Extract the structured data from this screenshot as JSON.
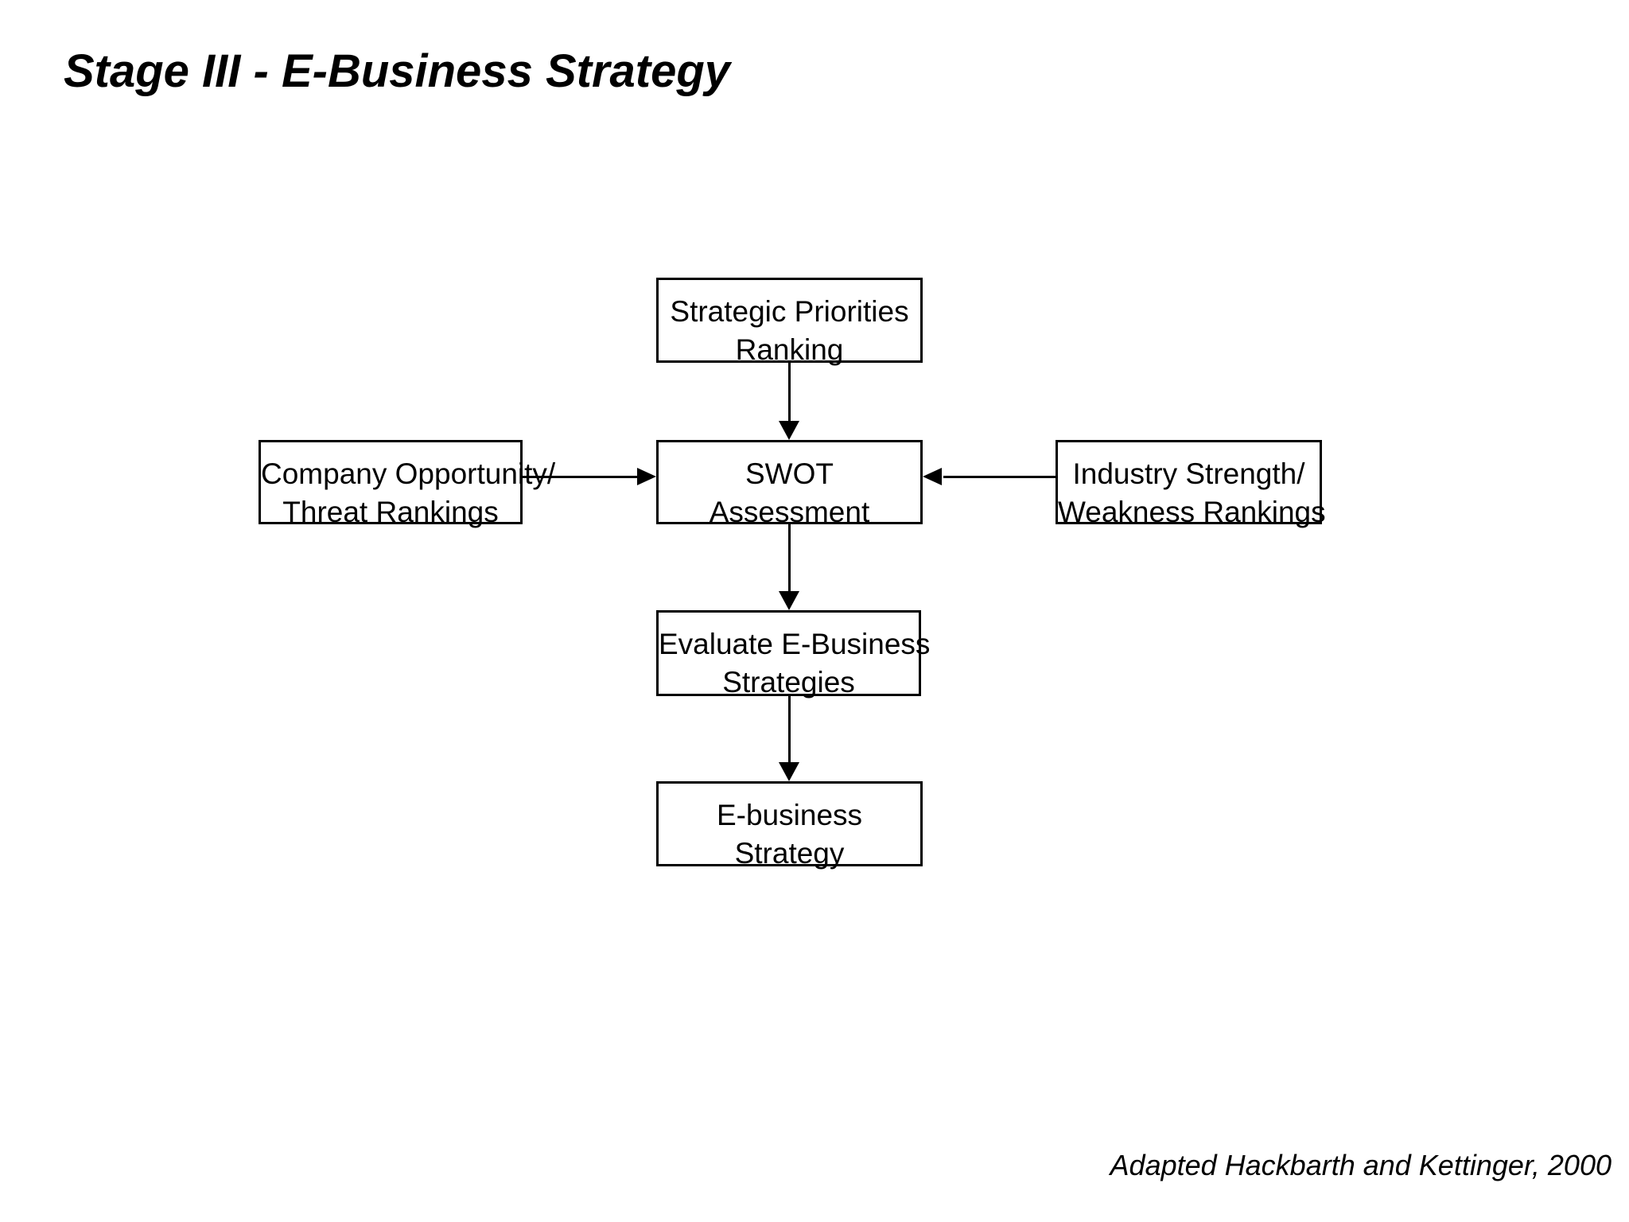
{
  "page": {
    "background_color": "#ffffff",
    "text_color": "#000000",
    "line_color": "#000000"
  },
  "title": "Stage III - E-Business Strategy",
  "attribution": "Adapted Hackbarth and Kettinger, 2000",
  "diagram": {
    "type": "flowchart",
    "boxes": [
      {
        "id": "strategic-priorities-ranking",
        "line1": "Strategic Priorities",
        "line2": "Ranking"
      },
      {
        "id": "company-opportunity-threat-rankings",
        "line1": "Company Opportunity/",
        "line2": "Threat Rankings"
      },
      {
        "id": "swot-assessment",
        "line1": "SWOT",
        "line2": "Assessment"
      },
      {
        "id": "industry-strength-weakness-rankings",
        "line1": "Industry Strength/",
        "line2": "Weakness Rankings"
      },
      {
        "id": "evaluate-e-business-strategies",
        "line1": "Evaluate E-Business",
        "line2": "Strategies"
      },
      {
        "id": "e-business-strategy",
        "line1": "E-business",
        "line2": "Strategy"
      }
    ],
    "connections": [
      {
        "from": "strategic-priorities-ranking",
        "to": "swot-assessment",
        "direction": "down"
      },
      {
        "from": "company-opportunity-threat-rankings",
        "to": "swot-assessment",
        "direction": "right"
      },
      {
        "from": "industry-strength-weakness-rankings",
        "to": "swot-assessment",
        "direction": "left"
      },
      {
        "from": "swot-assessment",
        "to": "evaluate-e-business-strategies",
        "direction": "down"
      },
      {
        "from": "evaluate-e-business-strategies",
        "to": "e-business-strategy",
        "direction": "down"
      }
    ]
  }
}
